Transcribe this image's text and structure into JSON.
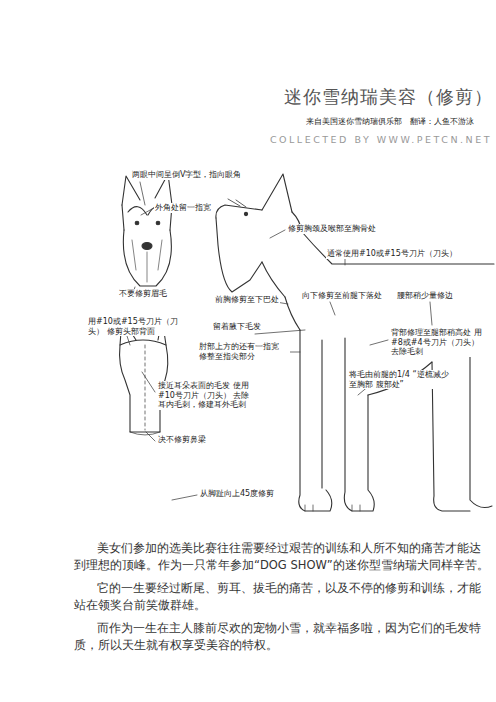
{
  "diagram": {
    "title": "迷你雪纳瑞美容（修剪）",
    "labels": [
      "来自美国迷你雪纳瑞俱乐部　翻译：人鱼不游泳",
      "COLLECTED BY WWW.PETCN.NET",
      "两眼中间呈倒V字型，指向眼角",
      "外角处留一指宽",
      "不要修剪眉毛",
      "用#10或#15号刀片（刀头） 修剪头部背面",
      "接近耳朵表面的毛发 使用#10号刀片（刀头） 去除耳内毛刺，修建耳外毛刺",
      "决不修剪鼻梁",
      "从脚趾向上45度修剪",
      "修剪胸颈及喉部至胸骨处",
      "通常使用#10或#15号刀片（刀头）",
      "前胸修剪至下巴处",
      "向下修剪至前腿下落处",
      "腰部稍少量修边",
      "留着腋下毛发",
      "肘部上方的还有一指宽 修整至指尖部分",
      "背部修理至腿部稍高处 用#8或#4号刀片（刀头） 去除毛刺",
      "将毛由前腿的1/4 “逆梳减少至胸部 腹部处”",
      "美女们参加的选美比赛往往需要经过艰苦的训练和人所不知的痛苦才能达到理想的顶峰。作为一只常年参加“DOG SHOW”的迷你型雪纳瑞犬同样辛苦。",
      "它的一生要经过断尾、剪耳、拔毛的痛苦，以及不停的修剪和训练，才能站在领奖台前笑傲群雄。",
      "而作为一生在主人膝前尽欢的宠物小雪，就幸福多啦，因为它们的毛发特质，所以天生就有权享受美容的特权。"
    ]
  }
}
